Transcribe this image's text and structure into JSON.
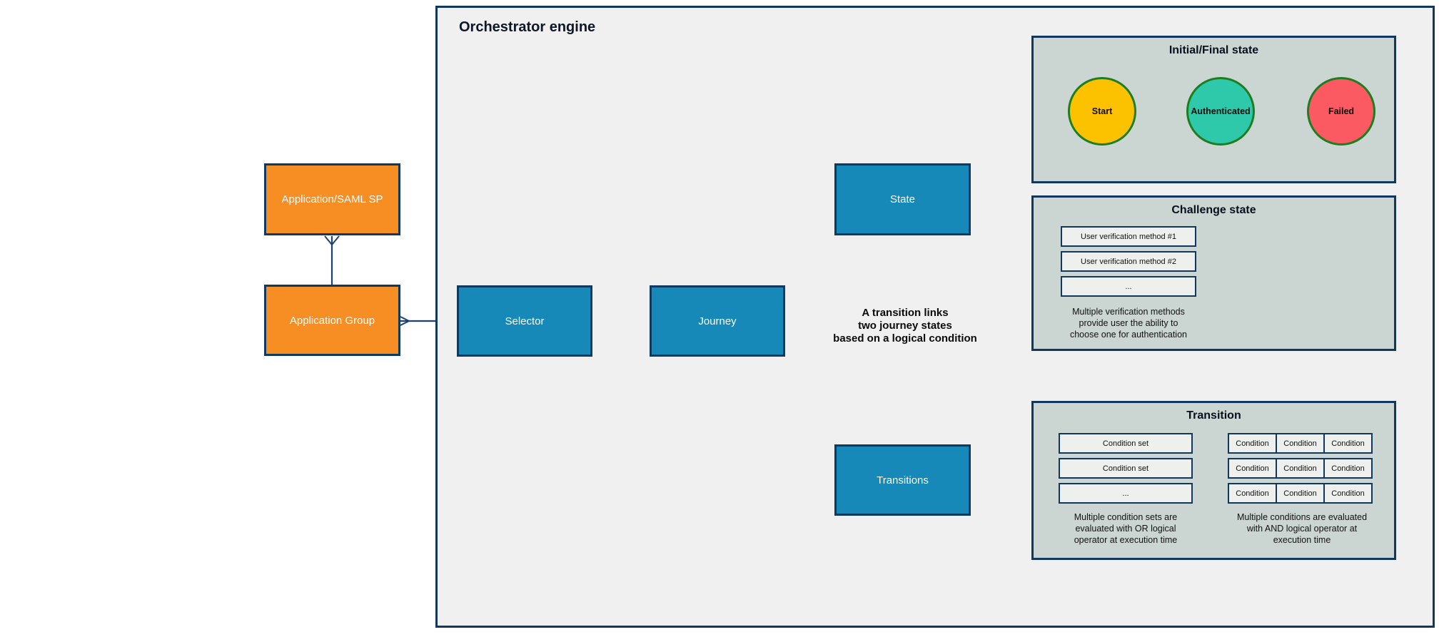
{
  "title": "Orchestrator engine",
  "nodes": {
    "app_saml": "Application/SAML SP",
    "app_group": "Application Group",
    "selector": "Selector",
    "journey": "Journey",
    "state": "State",
    "transitions": "Transitions"
  },
  "annotation": "A transition links\ntwo journey states\nbased on a logical condition",
  "panels": {
    "initial_final": {
      "title": "Initial/Final state",
      "states": [
        {
          "label": "Start",
          "color": "#fcc200"
        },
        {
          "label": "Authenticated",
          "color": "#2ec8aa"
        },
        {
          "label": "Failed",
          "color": "#fb5a62"
        }
      ]
    },
    "challenge": {
      "title": "Challenge state",
      "methods": [
        "User verification method #1",
        "User verification method #2",
        "..."
      ],
      "caption": "Multiple verification methods\nprovide user the ability to\nchoose one for authentication"
    },
    "transition": {
      "title": "Transition",
      "condition_sets": [
        "Condition set",
        "Condition set",
        "..."
      ],
      "conditions": [
        [
          "Condition",
          "Condition",
          "Condition"
        ],
        [
          "Condition",
          "Condition",
          "Condition"
        ],
        [
          "Condition",
          "Condition",
          "Condition"
        ]
      ],
      "caption_or": "Multiple condition sets are\nevaluated with OR logical\noperator at execution time",
      "caption_and": "Multiple conditions are evaluated\nwith AND logical operator at\nexecution time"
    }
  },
  "colors": {
    "navy_border": "#12375f",
    "connector_line": "#1c4170",
    "node_blue": "#1689b8",
    "node_orange": "#f78e24",
    "panel_bg": "#cbd6d3",
    "container_bg": "#f0f0f0",
    "mini_box_bg": "#eef0ee",
    "circle_border": "#1e7d1e",
    "start_fill": "#fcc200",
    "authenticated_fill": "#2ec8aa",
    "failed_fill": "#fb5a62",
    "gray_dash": "#b5b5b5"
  }
}
